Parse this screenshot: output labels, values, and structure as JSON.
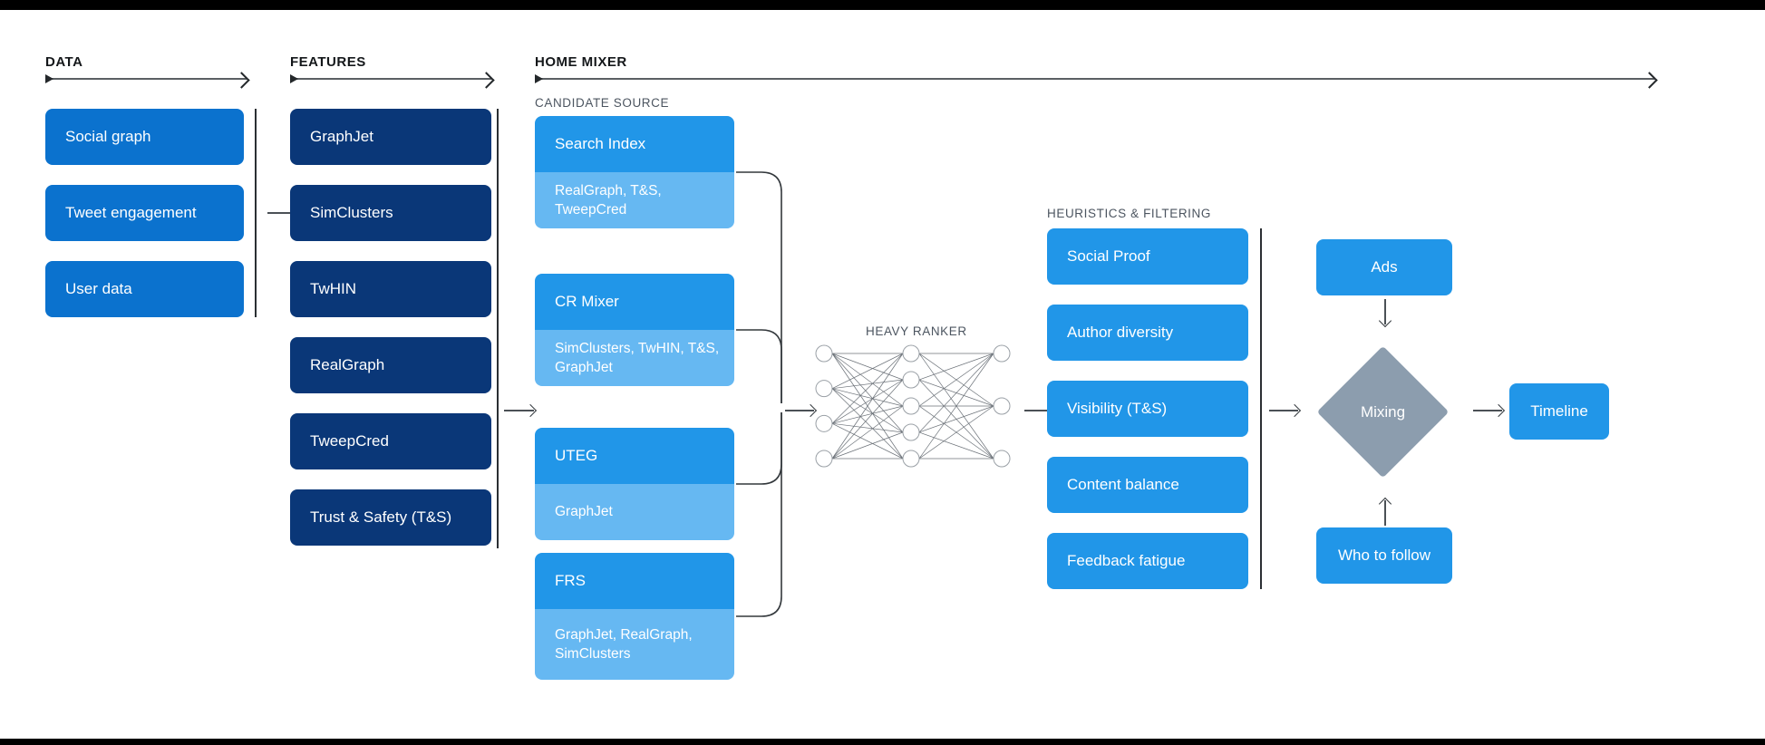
{
  "sections": {
    "data": {
      "label": "DATA"
    },
    "features": {
      "label": "FEATURES"
    },
    "home_mixer": {
      "label": "HOME MIXER"
    },
    "candidate_source": {
      "label": "CANDIDATE SOURCE"
    },
    "heavy_ranker": {
      "label": "HEAVY RANKER"
    },
    "heuristics": {
      "label": "HEURISTICS & FILTERING"
    }
  },
  "data_boxes": [
    {
      "label": "Social graph"
    },
    {
      "label": "Tweet engagement"
    },
    {
      "label": "User data"
    }
  ],
  "feature_boxes": [
    {
      "label": "GraphJet"
    },
    {
      "label": "SimClusters"
    },
    {
      "label": "TwHIN"
    },
    {
      "label": "RealGraph"
    },
    {
      "label": "TweepCred"
    },
    {
      "label": "Trust & Safety (T&S)"
    }
  ],
  "candidate_sources": [
    {
      "title": "Search Index",
      "features": "RealGraph, T&S, TweepCred"
    },
    {
      "title": "CR Mixer",
      "features": "SimClusters, TwHIN, T&S, GraphJet"
    },
    {
      "title": "UTEG",
      "features": "GraphJet"
    },
    {
      "title": "FRS",
      "features": "GraphJet, RealGraph, SimClusters"
    }
  ],
  "heuristics_boxes": [
    {
      "label": "Social Proof"
    },
    {
      "label": "Author diversity"
    },
    {
      "label": "Visibility (T&S)"
    },
    {
      "label": "Content balance"
    },
    {
      "label": "Feedback fatigue"
    }
  ],
  "output": {
    "ads": "Ads",
    "mixing": "Mixing",
    "who_to_follow": "Who to follow",
    "timeline": "Timeline"
  },
  "neural_net": {
    "input_nodes": 4,
    "hidden_nodes": 5,
    "output_nodes": 3
  },
  "colors": {
    "data_blue": "#0b72ce",
    "feature_navy": "#0a3778",
    "candidate_head": "#2196e8",
    "candidate_body": "#66b8f2",
    "heuristic_blue": "#2196e8",
    "mixing_gray": "#8c9dae",
    "rule_gray": "#5b5f63",
    "label_gray": "#4c5560",
    "bar_black": "#000000"
  }
}
